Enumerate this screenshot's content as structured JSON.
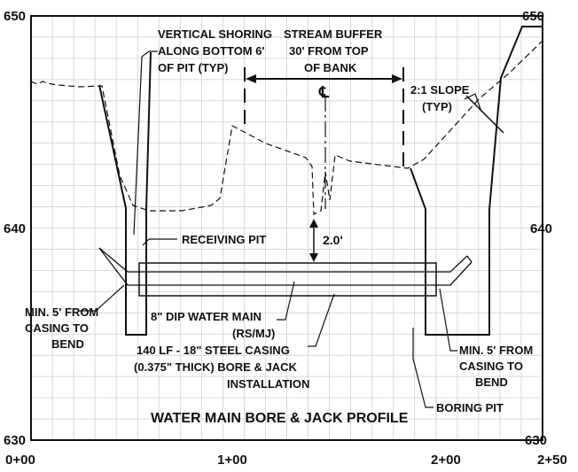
{
  "profile": {
    "title": "WATER MAIN BORE & JACK PROFILE",
    "stations": [
      "0+00",
      "1+00",
      "2+00",
      "2+50"
    ],
    "elevations": [
      "650",
      "640",
      "630"
    ],
    "centerline_symbol": "℄",
    "clearance": "2.0'"
  },
  "labels": {
    "shoring": [
      "VERTICAL SHORING",
      "ALONG BOTTOM 6'",
      "OF PIT (TYP)"
    ],
    "buffer": [
      "STREAM BUFFER",
      "30' FROM TOP",
      "OF BANK"
    ],
    "slope": [
      "2:1 SLOPE",
      "(TYP)"
    ],
    "receiving_pit": "RECEIVING PIT",
    "min_left": [
      "MIN. 5' FROM",
      "CASING TO",
      "BEND"
    ],
    "water_main": [
      "8\" DIP WATER MAIN",
      "(RS/MJ)"
    ],
    "casing": [
      "140 LF - 18\" STEEL CASING",
      "(0.375\" THICK) BORE & JACK",
      "INSTALLATION"
    ],
    "min_right": [
      "MIN. 5' FROM",
      "CASING TO",
      "BEND"
    ],
    "boring_pit": "BORING PIT"
  }
}
